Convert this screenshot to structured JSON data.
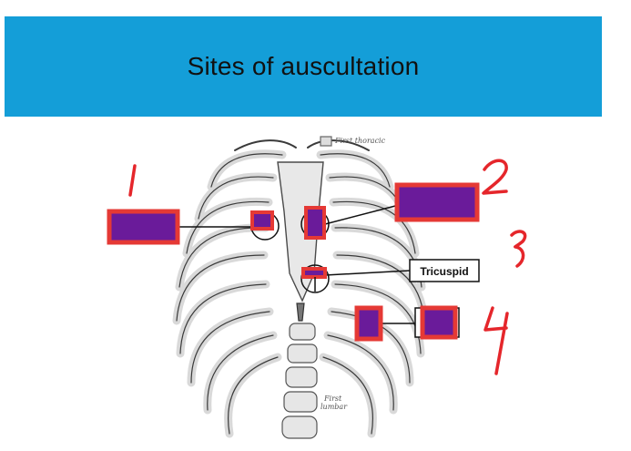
{
  "slide": {
    "title": "Sites of auscultation"
  },
  "diagram": {
    "top_label": "First thoracic",
    "bottom_label_line1": "First",
    "bottom_label_line2": "lumbar",
    "tricuspid_label": "Tricuspid",
    "handwritten_numbers": [
      "1",
      "2",
      "3",
      "4"
    ],
    "colors": {
      "banner": "#149ed8",
      "redaction_fill": "#6a1b9a",
      "redaction_border": "#e53935",
      "ink": "#e5262b"
    }
  }
}
